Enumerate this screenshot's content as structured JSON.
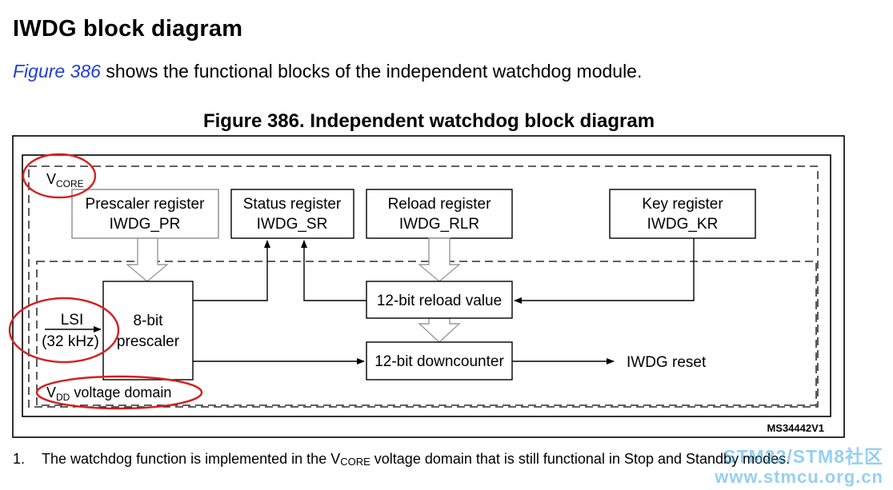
{
  "section_title": "IWDG block diagram",
  "intro": {
    "link": "Figure 386",
    "text": " shows the functional blocks of the independent watchdog module."
  },
  "figure_title": "Figure 386. Independent watchdog block diagram",
  "diagram": {
    "vcore_label": {
      "main": "V",
      "sub": "CORE"
    },
    "vdd_label": {
      "main": "V",
      "sub": "DD",
      "rest": " voltage domain"
    },
    "prescaler_register": {
      "line1": "Prescaler register",
      "line2": "IWDG_PR"
    },
    "status_register": {
      "line1": "Status register",
      "line2": "IWDG_SR"
    },
    "reload_register": {
      "line1": "Reload register",
      "line2": "IWDG_RLR"
    },
    "key_register": {
      "line1": "Key register",
      "line2": "IWDG_KR"
    },
    "lsi": {
      "line1": "LSI",
      "line2": "(32 kHz)"
    },
    "prescaler": {
      "line1": "8-bit",
      "line2": "prescaler"
    },
    "reload_value": "12-bit reload value",
    "downcounter": "12-bit downcounter",
    "reset": "IWDG reset",
    "ref_code": "MS34442V1",
    "highlight_color": "#d42020"
  },
  "footnote": {
    "number": "1.",
    "text_before": "The watchdog function is implemented in the V",
    "sub": "CORE",
    "text_after": " voltage domain that is still functional in Stop and Standby modes."
  },
  "watermark": {
    "line1": "STM32/STM8社区",
    "line2": "www.stmcu.org.cn"
  }
}
